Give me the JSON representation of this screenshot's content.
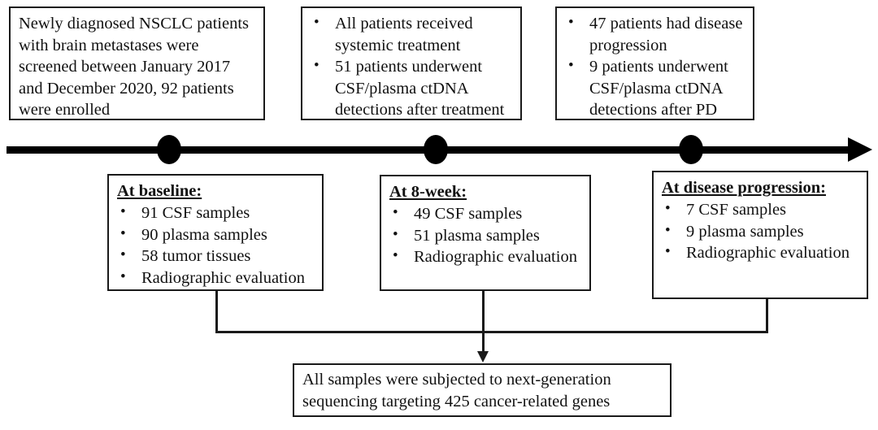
{
  "figure": {
    "type": "study-flow-timeline",
    "colors": {
      "line": "#000000",
      "box_border": "#1a1a1a",
      "background": "#ffffff",
      "text": "#111111"
    }
  },
  "top_boxes": [
    {
      "id": "screening",
      "kind": "paragraph",
      "text": "Newly diagnosed NSCLC patients with brain metastases were screened between January 2017 and December 2020, 92 patients were enrolled"
    },
    {
      "id": "treatment",
      "kind": "bullets",
      "bullets": [
        "All patients received systemic treatment",
        "51 patients underwent CSF/plasma ctDNA detections after treatment"
      ]
    },
    {
      "id": "progression",
      "kind": "bullets",
      "bullets": [
        "47 patients had disease progression",
        "9 patients underwent CSF/plasma ctDNA detections after PD"
      ]
    }
  ],
  "timeline": {
    "dots": [
      {
        "id": "dot-baseline",
        "label": "baseline-timepoint"
      },
      {
        "id": "dot-8week",
        "label": "8-week-timepoint"
      },
      {
        "id": "dot-progression",
        "label": "disease-progression-timepoint"
      }
    ],
    "arrow_direction": "right"
  },
  "bottom_boxes": [
    {
      "id": "baseline",
      "heading": "At baseline:",
      "bullets": [
        "91 CSF samples",
        "90 plasma samples",
        "58 tumor tissues",
        "Radiographic evaluation"
      ]
    },
    {
      "id": "8week",
      "heading": "At 8-week:",
      "bullets": [
        "49 CSF samples",
        "51 plasma samples",
        "Radiographic evaluation"
      ]
    },
    {
      "id": "progression",
      "heading": "At disease progression:",
      "bullets": [
        "7 CSF samples",
        "9 plasma samples",
        "Radiographic evaluation"
      ]
    }
  ],
  "summary_box": {
    "id": "ngs-summary",
    "text": "All samples were subjected to next-generation sequencing targeting 425 cancer-related genes"
  }
}
